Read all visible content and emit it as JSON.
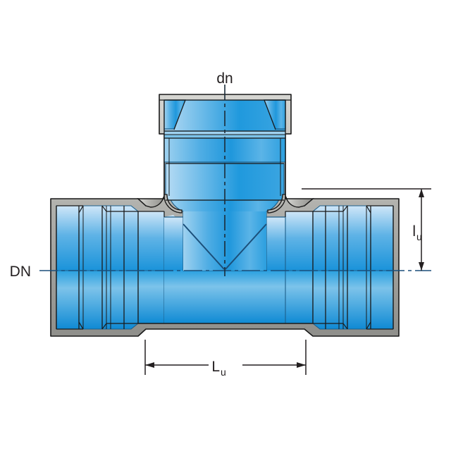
{
  "drawing": {
    "title": "Tee pipe fitting cross-section",
    "type": "technical-cross-section",
    "background_color": "#ffffff"
  },
  "colors": {
    "bore_blue_light": "#cfe6f8",
    "bore_blue_mid": "#4aa8e0",
    "bore_blue_deep": "#0b84d0",
    "metal_gray_light": "#c9c9c6",
    "metal_gray": "#a6a6a2",
    "metal_gray_dark": "#8d8d89",
    "outline": "#1a1a1a",
    "dimension_line": "#231f20",
    "centerline": "#1b4f7a"
  },
  "labels": {
    "branch_nominal": "dn",
    "run_nominal": "DN",
    "socket_depth_main": "l",
    "socket_depth_sub": "u",
    "run_length_main": "L",
    "run_length_sub": "u"
  },
  "dimensions": {
    "branch_centerline": {
      "name": "dn",
      "orientation": "vertical",
      "label_position": "top"
    },
    "run_centerline": {
      "name": "DN",
      "orientation": "horizontal",
      "label_position": "left"
    },
    "socket_depth": {
      "name": "lu",
      "orientation": "vertical",
      "label_position": "right",
      "arrows": "both-ends"
    },
    "run_length": {
      "name": "Lu",
      "orientation": "horizontal",
      "label_position": "bottom-center",
      "arrows": "outward"
    }
  }
}
